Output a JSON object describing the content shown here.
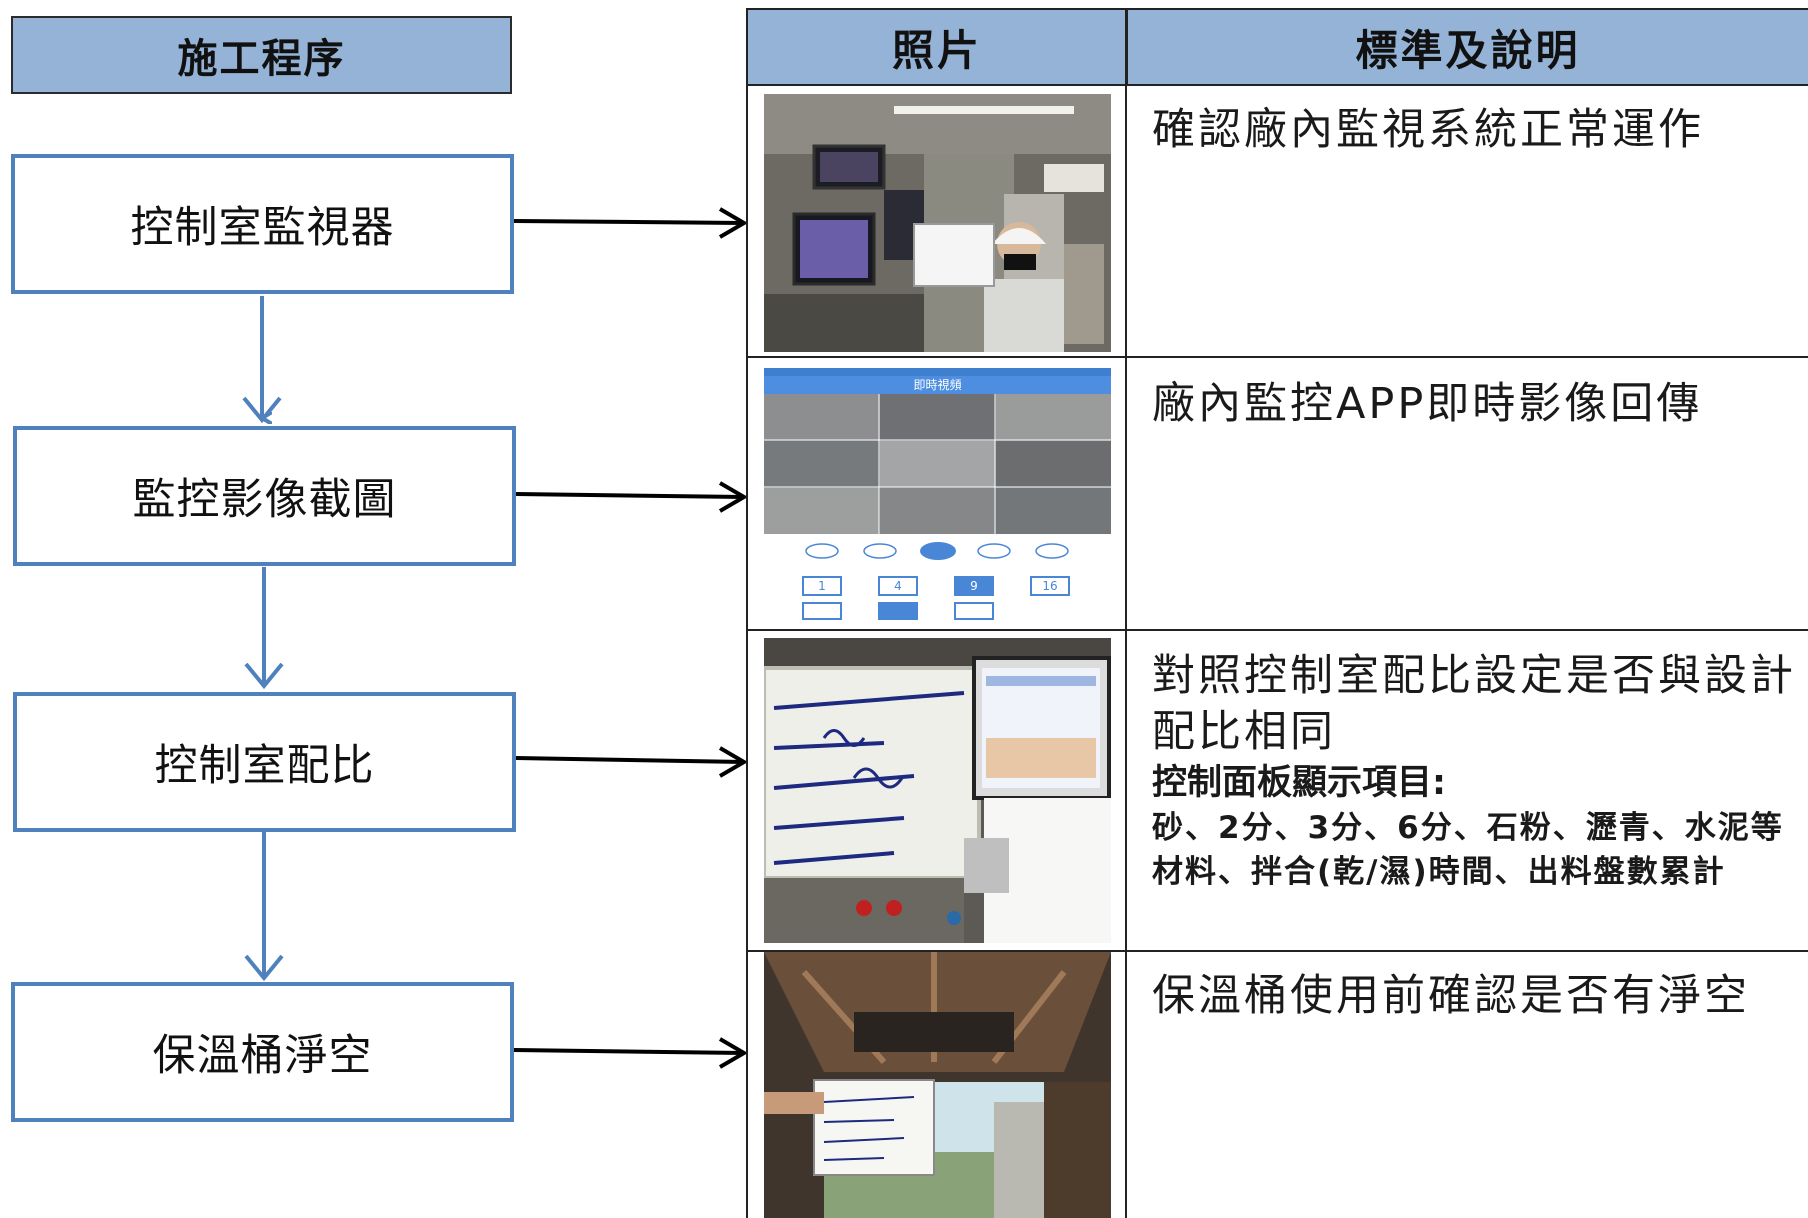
{
  "flow": {
    "header": "施工程序",
    "steps": [
      "控制室監視器",
      "監控影像截圖",
      "控制室配比",
      "保溫桶淨空"
    ]
  },
  "table": {
    "col_photo": "照片",
    "col_desc": "標準及說明",
    "rows": [
      {
        "text": "確認廠內監視系統正常運作"
      },
      {
        "text": "廠內監控APP即時影像回傳",
        "app": {
          "title": "即時視頻",
          "grid_buttons": [
            "1",
            "4",
            "9",
            "16"
          ]
        }
      },
      {
        "text": "對照控制室配比設定是否與設計配比相同",
        "sub_head": "控制面板顯示項目:",
        "sub_body": "砂、2分、3分、6分、石粉、瀝青、水泥等材料、拌合(乾/濕)時間、出料盤數累計"
      },
      {
        "text": "保溫桶使用前確認是否有淨空"
      }
    ]
  },
  "colors": {
    "header_fill": "#95b3d7",
    "step_border": "#4f81bd",
    "arrow": "#000000",
    "connector": "#4f81bd"
  }
}
